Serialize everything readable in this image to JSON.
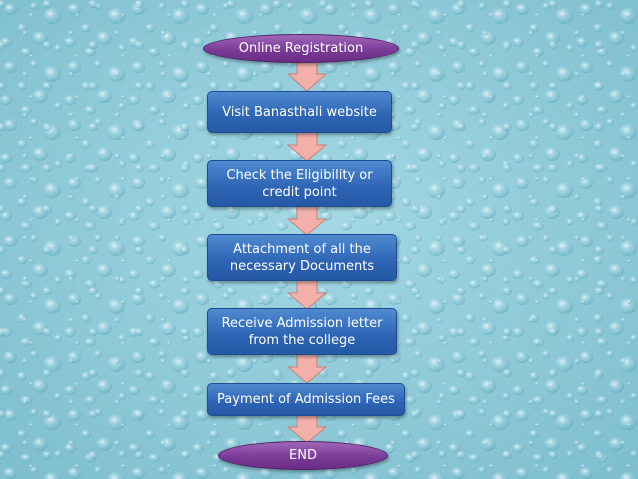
{
  "flowchart": {
    "start": "Online Registration",
    "steps": [
      {
        "line1": "Visit Banasthali website",
        "line2": ""
      },
      {
        "line1": "Check the Eligibility or",
        "line2": "credit point"
      },
      {
        "line1": "Attachment of all the",
        "line2": "necessary Documents"
      },
      {
        "line1": "Receive Admission letter",
        "line2": "from the college"
      },
      {
        "line1": "Payment of Admission Fees",
        "line2": ""
      }
    ],
    "end": "END"
  },
  "colors": {
    "background": "#8fcbd9",
    "terminal": "#7b3b98",
    "step": "#2d64b4",
    "arrow": "#f3b0a8"
  }
}
